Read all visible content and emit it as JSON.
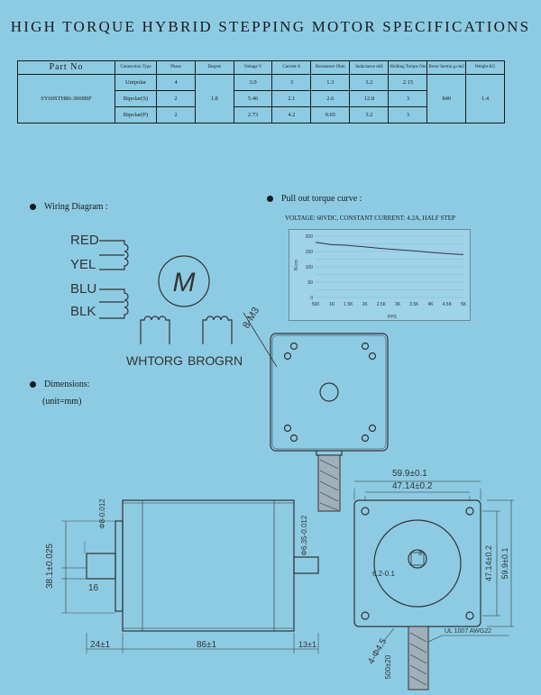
{
  "title": "HIGH TORQUE HYBRID STEPPING MOTOR SPECIFICATIONS",
  "table": {
    "headers": [
      "Part No",
      "Connection Type",
      "Phase",
      "Degree",
      "Voltage V",
      "Current A",
      "Resistance Ohm",
      "Inductance mH",
      "Holding Torque Nm",
      "Rotor Inertia g.cm2",
      "Weight KG"
    ],
    "part_no": "SY60STH86-3008BF",
    "degree": "1.8",
    "rotor_inertia": "840",
    "weight": "1.4",
    "rows": [
      {
        "type": "Unipolar",
        "phase": "4",
        "voltage": "3.9",
        "current": "3",
        "resistance": "1.3",
        "inductance": "3.2",
        "torque": "2.15"
      },
      {
        "type": "Bipolar(S)",
        "phase": "2",
        "voltage": "5.46",
        "current": "2.1",
        "resistance": "2.6",
        "inductance": "12.8",
        "torque": "3"
      },
      {
        "type": "Bipolar(P)",
        "phase": "2",
        "voltage": "2.73",
        "current": "4.2",
        "resistance": "0.65",
        "inductance": "3.2",
        "torque": "3"
      }
    ]
  },
  "wiring": {
    "heading": "Wiring Diagram :",
    "left_wires": [
      "RED",
      "YEL",
      "BLU",
      "BLK"
    ],
    "motor_letter": "M",
    "bottom_wires": [
      "WHT",
      "ORG",
      "BRO",
      "GRN"
    ]
  },
  "torque": {
    "heading": "Pull out torque curve :",
    "caption": "VOLTAGE: 60VDC, CONSTANT CURRENT: 4.2A, HALF STEP",
    "chart_data": {
      "type": "line",
      "title": "",
      "xlabel": "PPS",
      "ylabel": "N.cm",
      "x_ticks": [
        "500",
        "1K",
        "1.5K",
        "2K",
        "2.5K",
        "3K",
        "3.5K",
        "4K",
        "4.5K",
        "5K"
      ],
      "y_ticks": [
        "0",
        "25",
        "50",
        "75",
        "100",
        "125",
        "150",
        "175",
        "200"
      ],
      "ylim": [
        0,
        200
      ],
      "series": [
        {
          "values": [
            180,
            172,
            170,
            165,
            160,
            156,
            152,
            147,
            143,
            140
          ]
        }
      ]
    }
  },
  "dimensions": {
    "heading": "Dimensions:",
    "unit": "(unit=mm)",
    "hole": "8-M3",
    "shaft_dia": "Φ8-0.012",
    "boss_dia": "Φ6.35-0.012",
    "pilot": "38.1±0.025",
    "flat": "16",
    "shaft_len": "24±1",
    "body_len": "86±1",
    "boss_len": "13±1",
    "flange": "59.9±0.1",
    "hole_spacing": "47.14±0.2",
    "flat_depth": "6.2-0.1",
    "mount_holes": "4-Φ4.5",
    "cable_len": "500±20",
    "cable": "UL 1007 AWG22",
    "flat_mark": "3"
  }
}
